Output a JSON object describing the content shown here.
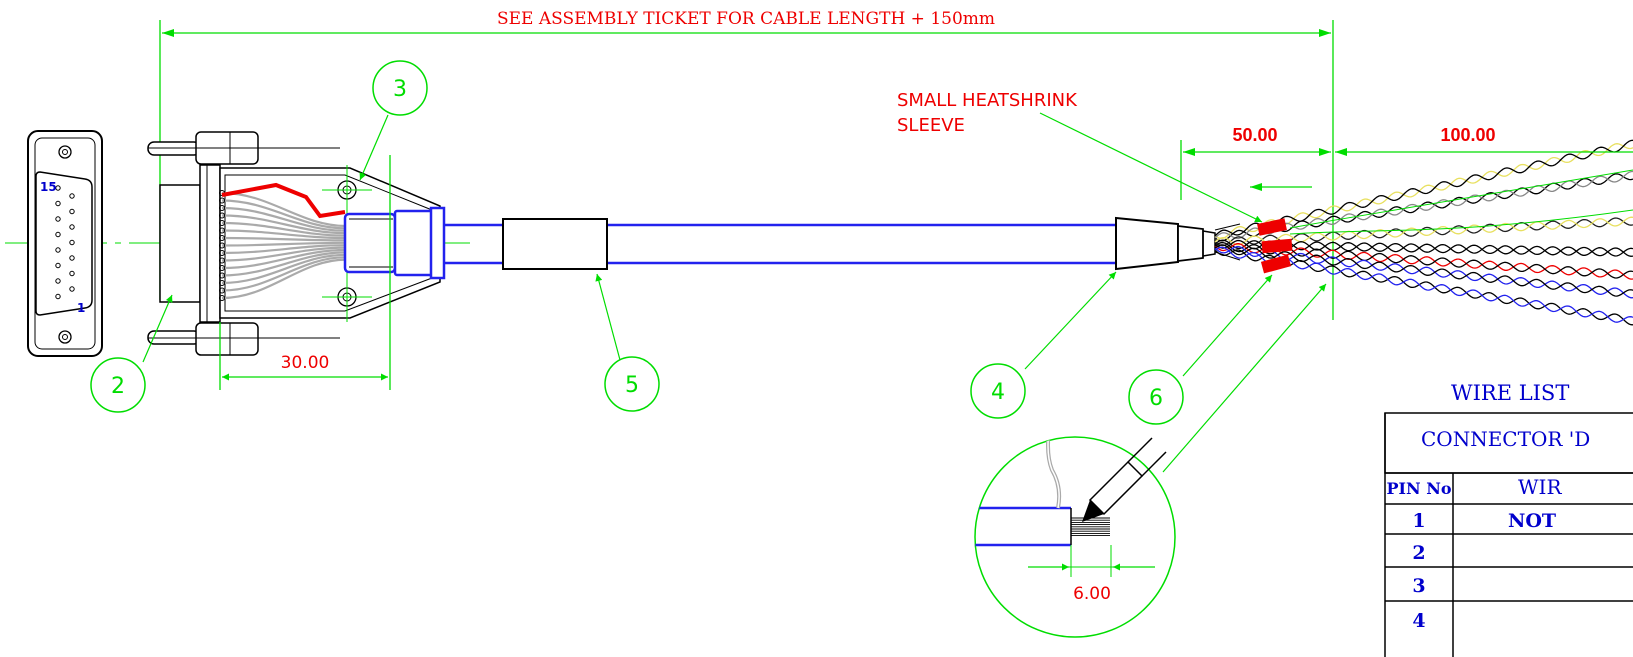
{
  "colors": {
    "dimension": "#00dd00",
    "cable": "#2222ee",
    "outline": "#000000",
    "highlight": "#ee0000",
    "table_text": "#0000cc",
    "label_text": "#ee0000",
    "wire_grey": "#aaaaaa"
  },
  "dimensions": {
    "overall_length": "SEE ASSEMBLY TICKET FOR CABLE LENGTH + 150mm",
    "strip_length": "50.00",
    "breakout_length": "100.00",
    "connector_length": "30.00",
    "strip_detail": "6.00"
  },
  "notes": {
    "heatshrink_line1": "SMALL HEATSHRINK",
    "heatshrink_line2": "SLEEVE"
  },
  "balloons": [
    "2",
    "3",
    "4",
    "5",
    "6"
  ],
  "connector": {
    "pin_first": "1",
    "pin_last": "15"
  },
  "wire_list": {
    "title": "WIRE LIST",
    "header": "CONNECTOR 'D",
    "col_pin": "PIN No",
    "col_wire": "WIR",
    "rows": [
      {
        "pin": "1",
        "wire": "NOT"
      },
      {
        "pin": "2",
        "wire": ""
      },
      {
        "pin": "3",
        "wire": ""
      },
      {
        "pin": "4",
        "wire": ""
      }
    ]
  }
}
